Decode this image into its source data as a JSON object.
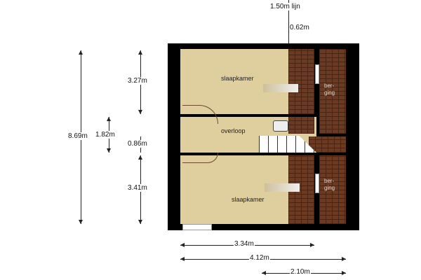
{
  "top_labels": {
    "line_label": "1.50m lijn",
    "offset": "0.62m"
  },
  "rooms": {
    "top_bedroom": "slaapkamer",
    "landing": "overloop",
    "bottom_bedroom": "slaapkamer",
    "storage_top": "ber-\nging",
    "storage_bottom": "ber-\nging"
  },
  "dimensions": {
    "total_height": "8.69m",
    "landing_height": "1.82m",
    "top_room": "3.27m",
    "stair": "0.86m",
    "bottom_room": "3.41m",
    "width_inner": "3.34m",
    "width_total": "4.12m",
    "width_right": "2.10m"
  },
  "colors": {
    "wall": "#000000",
    "floor": "#dfcf9f",
    "roof": "#6b3a22"
  }
}
